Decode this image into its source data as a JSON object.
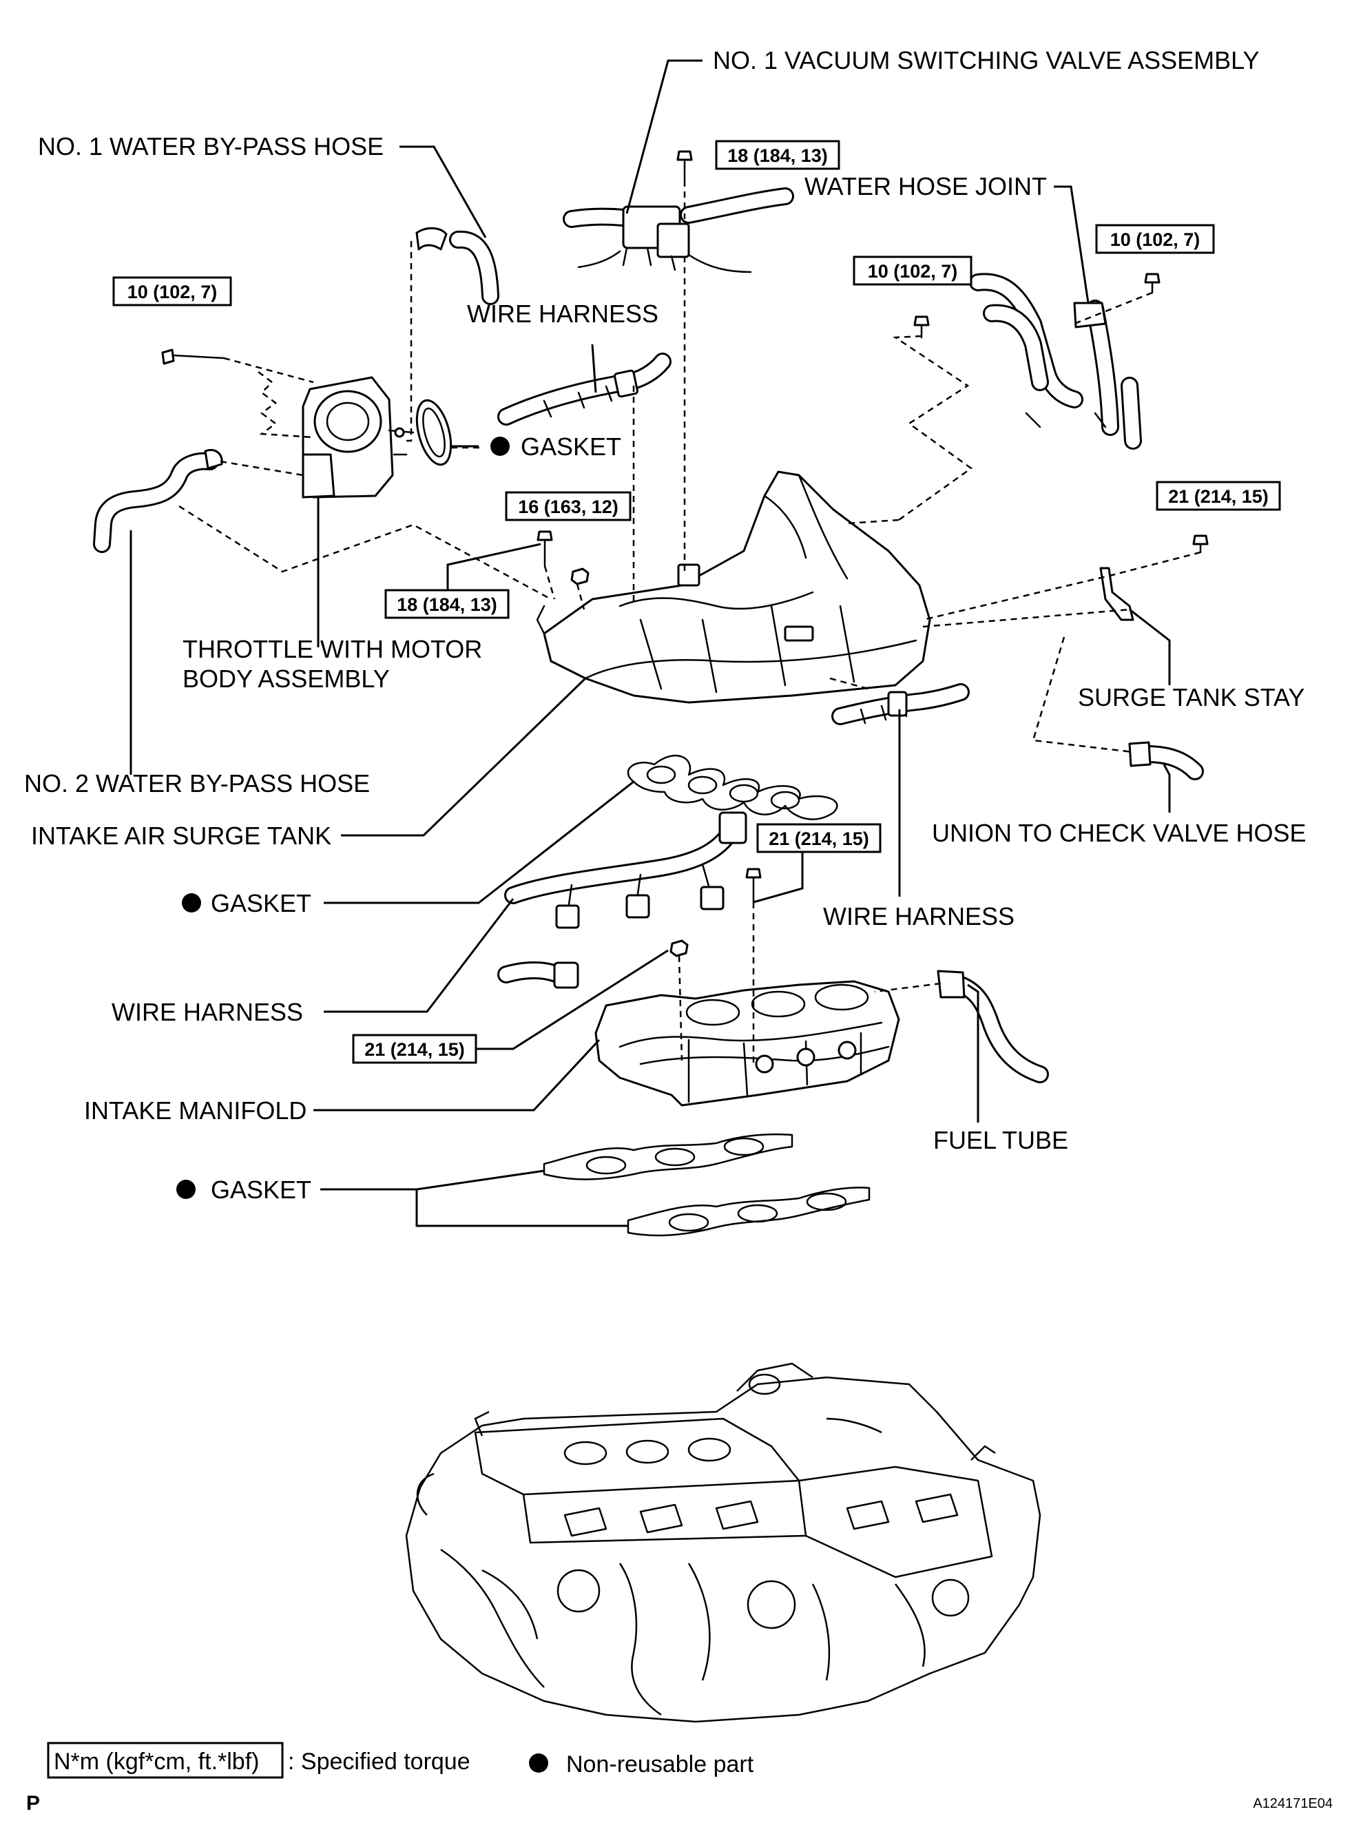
{
  "labels": {
    "vsv": "NO. 1 VACUUM SWITCHING VALVE ASSEMBLY",
    "water_bypass_1": "NO. 1 WATER BY-PASS HOSE",
    "water_hose_joint": "WATER HOSE JOINT",
    "wire_harness_top": "WIRE HARNESS",
    "gasket_top": "GASKET",
    "throttle_line1": "THROTTLE WITH MOTOR",
    "throttle_line2": "BODY ASSEMBLY",
    "surge_tank_stay": "SURGE TANK STAY",
    "water_bypass_2": "NO. 2 WATER BY-PASS HOSE",
    "union_hose": "UNION TO CHECK VALVE HOSE",
    "surge_tank": "INTAKE AIR SURGE TANK",
    "gasket_mid": "GASKET",
    "wire_harness_mid": "WIRE HARNESS",
    "wire_harness_low": "WIRE HARNESS",
    "intake_manifold": "INTAKE MANIFOLD",
    "fuel_tube": "FUEL TUBE",
    "gasket_low": "GASKET"
  },
  "torques": {
    "t_vsv": "18 (184, 13)",
    "t_throttle": "10 (102, 7)",
    "t_joint_left": "10 (102, 7)",
    "t_joint_right": "10 (102, 7)",
    "t_surge_nut": "16 (163, 12)",
    "t_surge_bolt": "18 (184, 13)",
    "t_stay": "21 (214, 15)",
    "t_manifold_bolt": "21 (214, 15)",
    "t_manifold_nut": "21 (214, 15)"
  },
  "legend": {
    "torque_format": "N*m (kgf*cm, ft.*lbf)",
    "torque_desc": ": Specified torque",
    "nonreusable_desc": "Non-reusable part"
  },
  "footer": {
    "left_mark": "P",
    "figure_code": "A124171E04"
  }
}
